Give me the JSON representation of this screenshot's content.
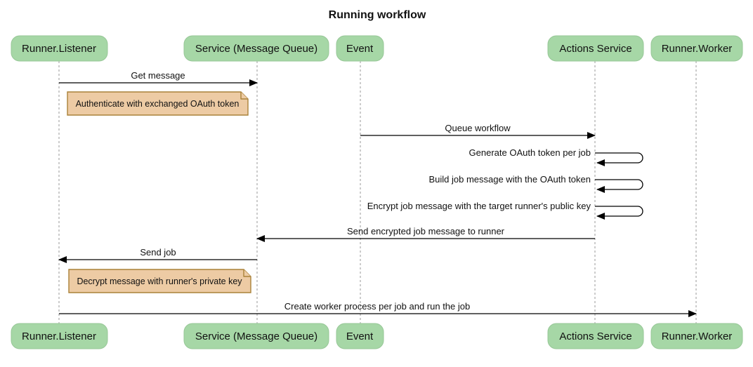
{
  "diagram": {
    "type": "sequence",
    "title": "Running workflow"
  },
  "colors": {
    "actor_fill": "#a6d7a6",
    "note_fill": "#edcba4",
    "note_border": "#aa8239",
    "lifeline": "#999999",
    "arrow": "#000000",
    "text": "#111111",
    "background": "#ffffff"
  },
  "actors": [
    {
      "label": "Runner.Listener"
    },
    {
      "label": "Service (Message Queue)"
    },
    {
      "label": "Event"
    },
    {
      "label": "Actions Service"
    },
    {
      "label": "Runner.Worker"
    }
  ],
  "messages": [
    {
      "label": "Get message",
      "from": "Runner.Listener",
      "to": "Service (Message Queue)",
      "type": "solid-arrow"
    },
    {
      "label": "Queue workflow",
      "from": "Event",
      "to": "Actions Service",
      "type": "solid-arrow"
    },
    {
      "label": "Generate OAuth token per job",
      "from": "Actions Service",
      "to": "Actions Service",
      "type": "self"
    },
    {
      "label": "Build job message with the OAuth token",
      "from": "Actions Service",
      "to": "Actions Service",
      "type": "self"
    },
    {
      "label": "Encrypt job message with the target runner's public key",
      "from": "Actions Service",
      "to": "Actions Service",
      "type": "self"
    },
    {
      "label": "Send encrypted job message to runner",
      "from": "Actions Service",
      "to": "Service (Message Queue)",
      "type": "solid-arrow"
    },
    {
      "label": "Send job",
      "from": "Service (Message Queue)",
      "to": "Runner.Listener",
      "type": "solid-arrow"
    },
    {
      "label": "Create worker process per job and run the job",
      "from": "Runner.Listener",
      "to": "Runner.Worker",
      "type": "solid-arrow"
    }
  ],
  "notes": [
    {
      "text": "Authenticate with exchanged OAuth token",
      "anchor": "Runner.Listener"
    },
    {
      "text": "Decrypt message with runner's private key",
      "anchor": "Runner.Listener"
    }
  ]
}
